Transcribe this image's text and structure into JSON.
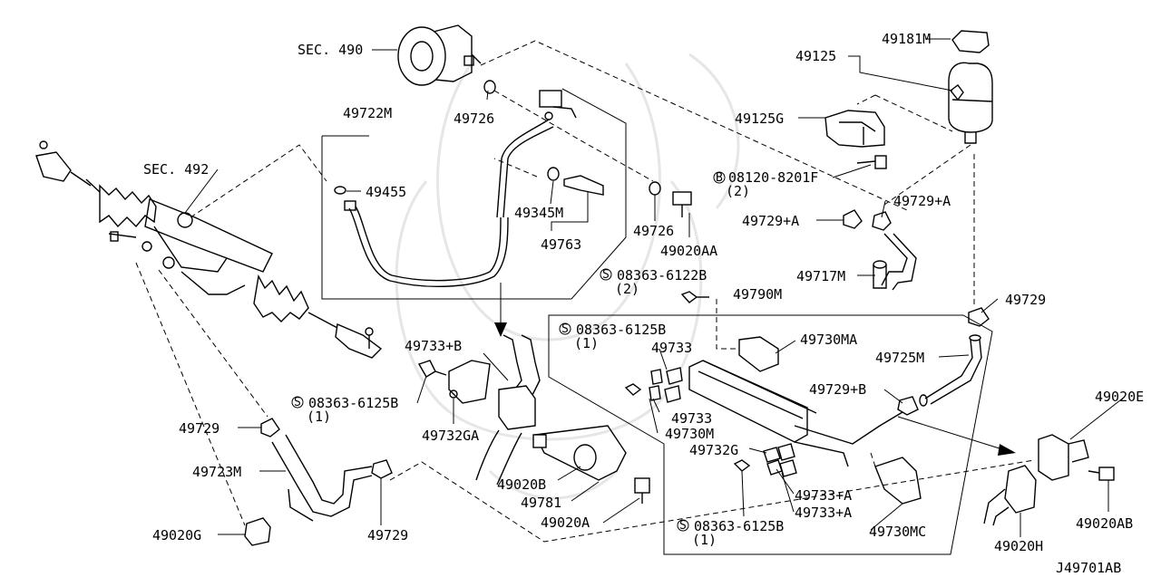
{
  "diagram_id": "J49701AB",
  "section_refs": [
    "SEC. 490",
    "SEC. 492"
  ],
  "labels": {
    "p49181M": "49181M",
    "p49125": "49125",
    "p49125G": "49125G",
    "bolt_08120": "08120-8201F",
    "bolt_08120_qty": "(2)",
    "p49729A_1": "49729+A",
    "p49729A_2": "49729+A",
    "p49717M": "49717M",
    "p49729_r": "49729",
    "p49722M": "49722M",
    "p49726_a": "49726",
    "p49455": "49455",
    "p49345M": "49345M",
    "p49763": "49763",
    "p49726_b": "49726",
    "p49020AA": "49020AA",
    "screw_6122B": "08363-6122B",
    "screw_6122B_qty": "(2)",
    "p49790M": "49790M",
    "screw_6125B_a": "08363-6125B",
    "screw_6125B_a_qty": "(1)",
    "p49733_1": "49733",
    "p49730MA": "49730MA",
    "p49725M": "49725M",
    "p49729B": "49729+B",
    "p49733_2": "49733",
    "p49730M": "49730M",
    "p49733B": "49733+B",
    "screw_6125B_b": "08363-6125B",
    "screw_6125B_b_qty": "(1)",
    "p49732GA": "49732GA",
    "p49729_l": "49729",
    "p49723M": "49723M",
    "p49020G": "49020G",
    "p49729_b": "49729",
    "p49020B": "49020B",
    "p49781": "49781",
    "p49020A": "49020A",
    "p49732G": "49732G",
    "p49733A_1": "49733+A",
    "p49733A_2": "49733+A",
    "p49730MC": "49730MC",
    "screw_6125B_c": "08363-6125B",
    "screw_6125B_c_qty": "(1)",
    "p49020E": "49020E",
    "p49020AB": "49020AB",
    "p49020H": "49020H"
  }
}
